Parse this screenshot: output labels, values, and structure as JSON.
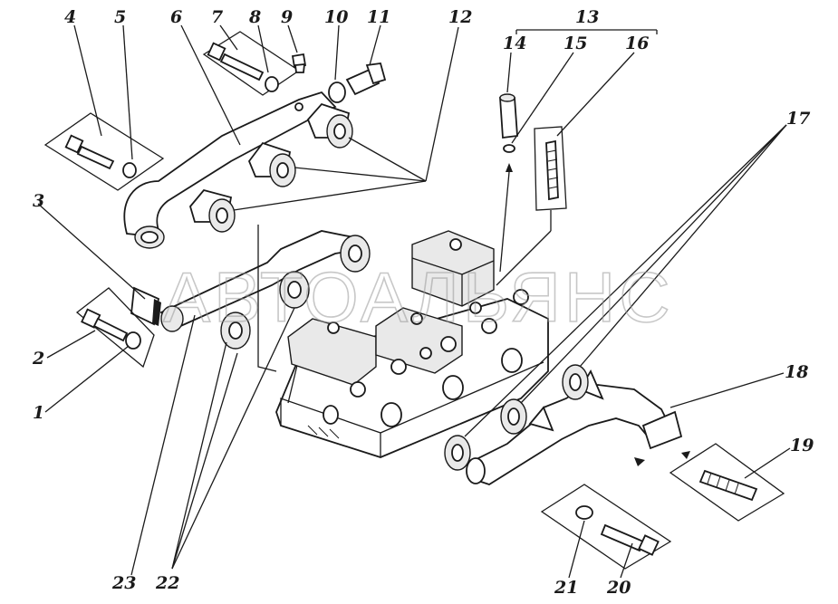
{
  "watermark": "АВТОАЛЬЯНС",
  "labels": {
    "l1": "1",
    "l2": "2",
    "l3": "3",
    "l4": "4",
    "l5": "5",
    "l6": "6",
    "l7": "7",
    "l8": "8",
    "l9": "9",
    "l10": "10",
    "l11": "11",
    "l12": "12",
    "l13": "13",
    "l14": "14",
    "l15": "15",
    "l16": "16",
    "l17": "17",
    "l18": "18",
    "l19": "19",
    "l20": "20",
    "l21": "21",
    "l22": "22",
    "l23": "23"
  }
}
